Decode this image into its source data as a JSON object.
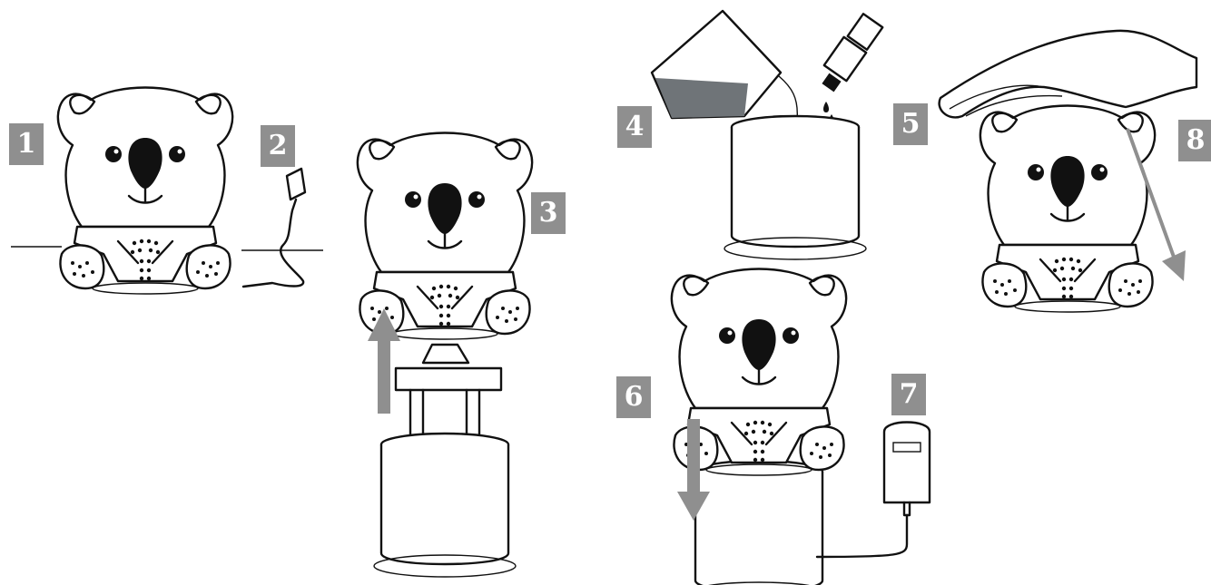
{
  "steps": [
    "1",
    "2",
    "3",
    "4",
    "5",
    "6",
    "7",
    "8"
  ],
  "colors": {
    "badge": "#8f8f8f",
    "arrow": "#8f8f8f",
    "ink": "#111111",
    "liquid": "#6f7478"
  },
  "icons": [
    "koala-diffuser",
    "power-adapter",
    "water-tank",
    "measuring-cup",
    "essential-oil-bottle",
    "hand",
    "up-arrow",
    "down-arrow"
  ]
}
